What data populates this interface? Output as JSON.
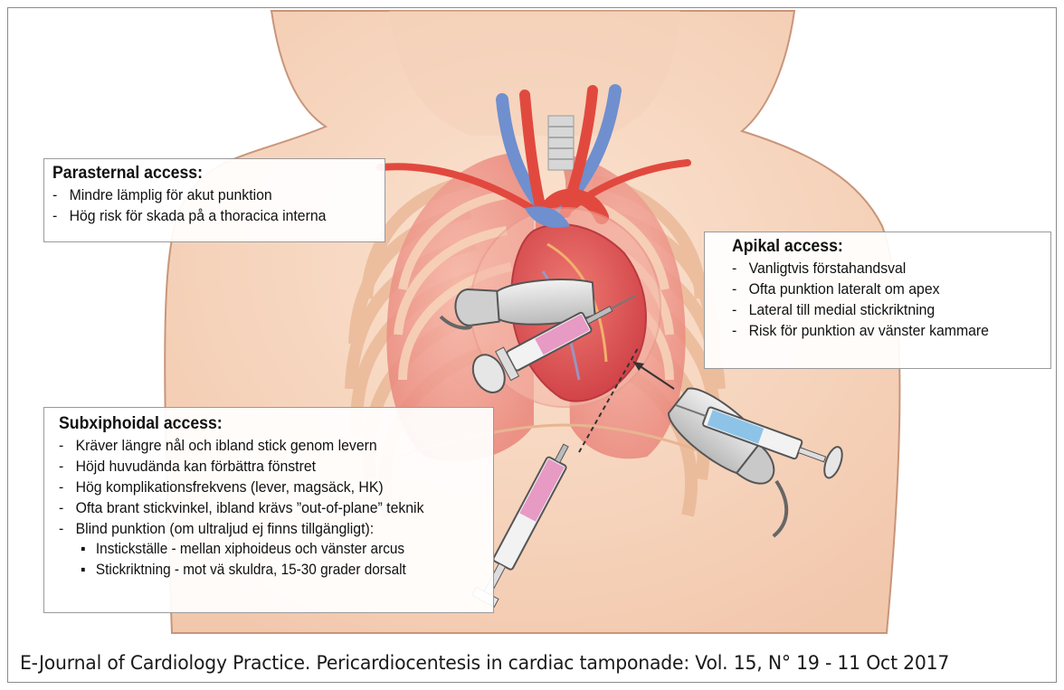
{
  "callouts": {
    "parasternal": {
      "title": "Parasternal access:",
      "items": [
        "Mindre lämplig för akut punktion",
        "Hög risk för skada på a thoracica interna"
      ]
    },
    "apikal": {
      "title": "Apikal access:",
      "items": [
        "Vanligtvis förstahandsval",
        "Ofta punktion lateralt om apex",
        "Lateral till medial stickriktning",
        "Risk för punktion av vänster kammare"
      ]
    },
    "subxiphoidal": {
      "title": "Subxiphoidal access:",
      "items": [
        "Kräver längre nål och ibland stick genom levern",
        "Höjd huvudända kan förbättra fönstret",
        "Hög komplikationsfrekvens (lever, magsäck, HK)",
        "Ofta brant stickvinkel, ibland krävs ”out-of-plane” teknik",
        "Blind punktion (om ultraljud ej finns tillgängligt):"
      ],
      "subitems": [
        "Instickställe - mellan xiphoideus och vänster arcus",
        "Stickriktning - mot vä skuldra, 15-30 grader dorsalt"
      ]
    }
  },
  "caption": "E-Journal of Cardiology Practice. Pericardiocentesis in cardiac tamponade:  Vol. 15, N° 19 - 11 Oct 2017",
  "colors": {
    "skin": "#f6d6bf",
    "skin_outline": "#c9957a",
    "lung": "#f19a8c",
    "rib": "#f3c7a7",
    "heart": "#e2585a",
    "vein": "#6f8fcf",
    "artery": "#e1493f",
    "syringe_fluid_pink": "#e79ac4",
    "syringe_fluid_blue": "#8ec3e8",
    "probe": "#dcdcdc"
  },
  "icons": [
    "torso-illustration",
    "heart-illustration",
    "syringe-icon",
    "ultrasound-probe-icon"
  ]
}
